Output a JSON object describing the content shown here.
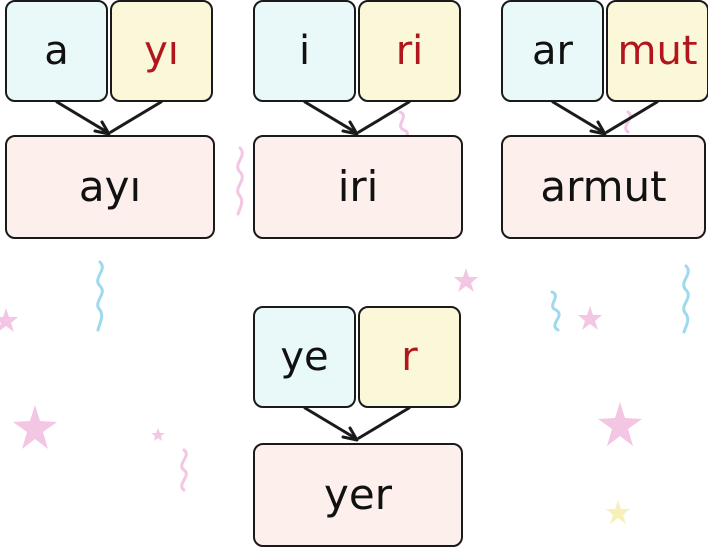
{
  "colors": {
    "first_syllable_bg": "#e9f9fa",
    "second_syllable_bg": "#fbf8d9",
    "word_bg": "#fcefec",
    "second_syllable_text": "#b1161c",
    "text": "#111111",
    "star": "#f3c6e3",
    "confetti_blue": "#9fd9ee"
  },
  "decorations": [
    "star-icon",
    "confetti-icon"
  ],
  "groups": [
    {
      "first": "a",
      "second": "yı",
      "word": "ayı"
    },
    {
      "first": "i",
      "second": "ri",
      "word": "iri"
    },
    {
      "first": "ar",
      "second": "mut",
      "word": "armut"
    },
    {
      "first": "ye",
      "second": "r",
      "word": "yer"
    }
  ]
}
